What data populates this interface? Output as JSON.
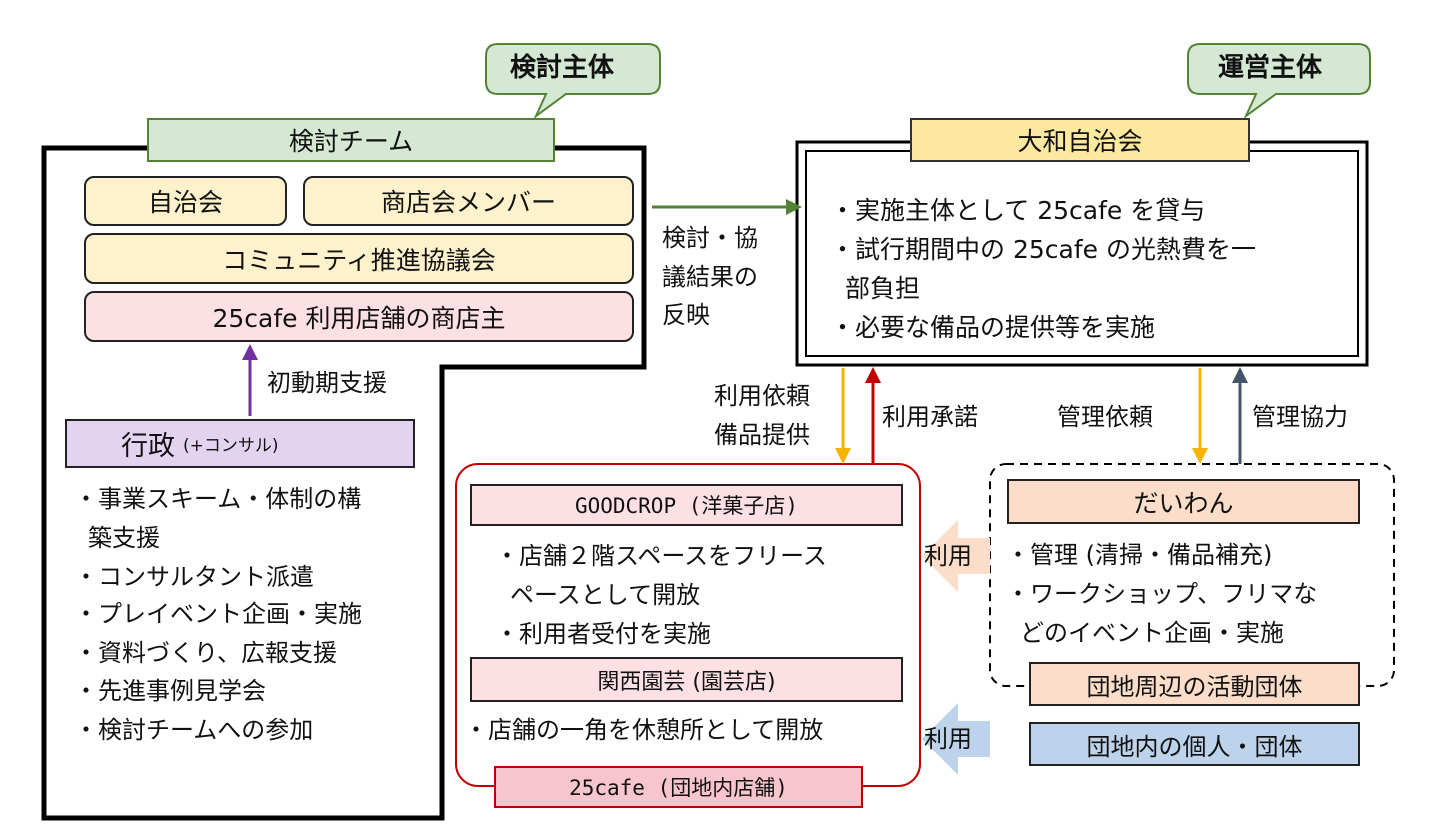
{
  "callouts": {
    "review_body": "検討主体",
    "operation_body": "運営主体"
  },
  "review_team": {
    "title": "検討チーム",
    "members": {
      "jichikai": "自治会",
      "shotenkai": "商店会メンバー",
      "community": "コミュニティ推進協議会",
      "shop_owner": "25cafe 利用店舗の商店主"
    },
    "initial_support": "初動期支援"
  },
  "gyosei": {
    "title": "行政",
    "subtitle": "(+コンサル)",
    "items": [
      "・事業スキーム・体制の構",
      "築支援",
      "・コンサルタント派遣",
      "・プレイベント企画・実施",
      "・資料づくり、広報支援",
      "・先進事例見学会",
      "・検討チームへの参加"
    ]
  },
  "reflect_label": [
    "検討・協",
    "議結果の",
    "反映"
  ],
  "yamato": {
    "title": "大和自治会",
    "items": [
      "・実施主体として 25cafe を貸与",
      "・試行期間中の 25cafe の光熱費を一",
      "部負担",
      "・必要な備品の提供等を実施"
    ]
  },
  "flow_labels": {
    "request_line1": "利用依頼",
    "request_line2": "備品提供",
    "approval": "利用承諾",
    "manage_request": "管理依頼",
    "manage_coop": "管理協力",
    "use1": "利用",
    "use2": "利用"
  },
  "shops": {
    "goodcrop": "GOODCROP (洋菓子店)",
    "goodcrop_items": [
      "・店舗２階スペースをフリース",
      "ペースとして開放",
      "・利用者受付を実施"
    ],
    "kansai": "関西園芸 (園芸店)",
    "kansai_items": [
      "・店舗の一角を休憩所として開放"
    ],
    "footer": "25cafe (団地内店舗)"
  },
  "daiwan": {
    "title": "だいわん",
    "items": [
      "・管理 (清掃・備品補充)",
      "・ワークショップ、フリマな",
      "どのイベント企画・実施"
    ],
    "footer": "団地周辺の活動団体"
  },
  "residents": "団地内の個人・団体",
  "colors": {
    "green_fill": "#d5e8d4",
    "cream_fill": "#fef2cc",
    "pink_fill": "#fde0e4",
    "purple_fill": "#e2d4f0",
    "salmon_fill": "#fbddc9",
    "blue_fill": "#bdd3ec",
    "yellow_fill": "#fde8a0",
    "green_arrow": "#548235",
    "orange_arrow": "#f5b400",
    "red_arrow": "#c00000",
    "slate_arrow": "#44546a",
    "purple_arrow": "#7030a0"
  }
}
